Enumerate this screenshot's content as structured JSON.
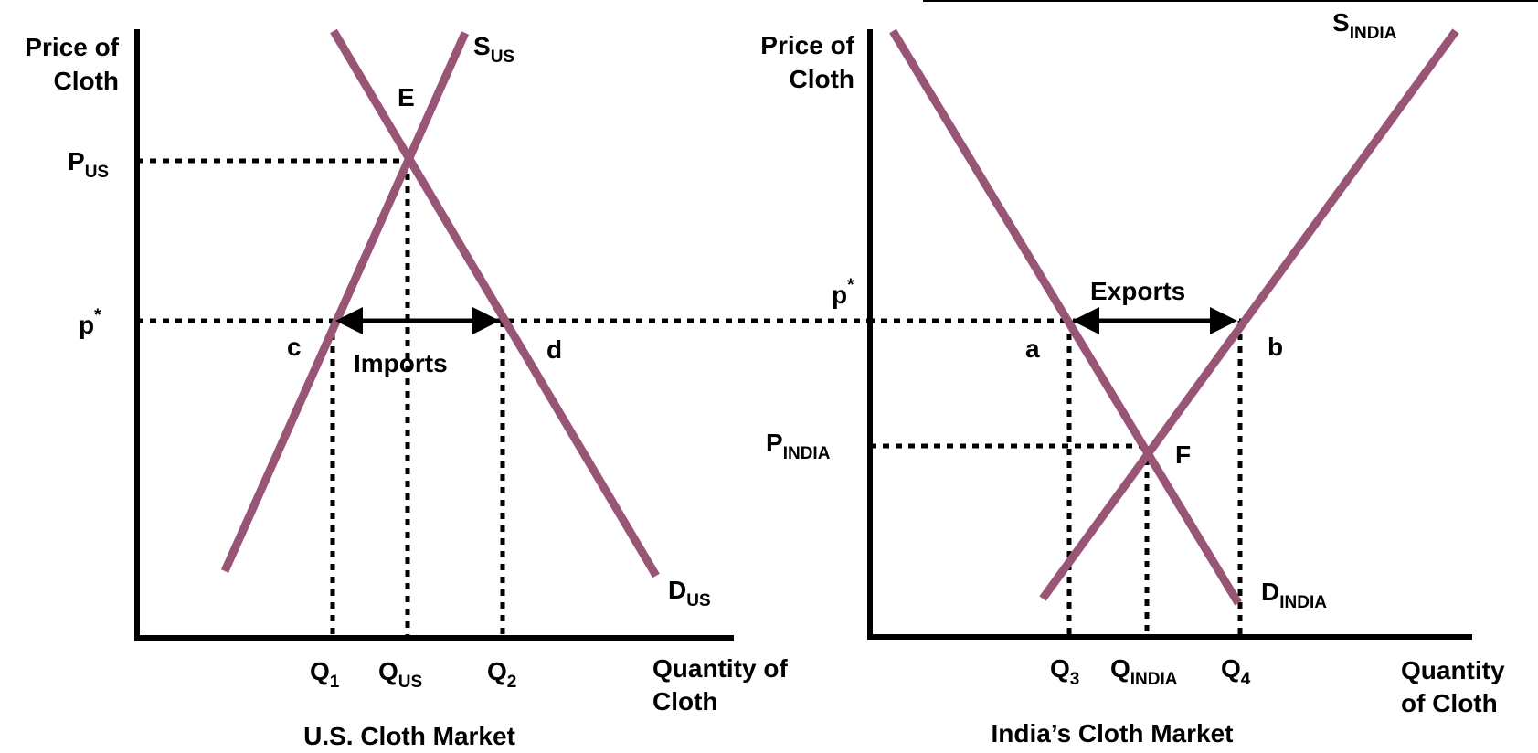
{
  "us": {
    "y_axis_label": [
      "Price of",
      "Cloth"
    ],
    "x_axis_label": [
      "Quantity of",
      "Cloth"
    ],
    "title": "U.S. Cloth Market",
    "supply": {
      "main": "S",
      "sub": "US"
    },
    "demand": {
      "main": "D",
      "sub": "US"
    },
    "equilibrium": "E",
    "price_eq": {
      "main": "P",
      "sub": "US"
    },
    "world_price": {
      "main": "p",
      "sup": "*"
    },
    "point_c": "c",
    "point_d": "d",
    "flow": "Imports",
    "q1": {
      "main": "Q",
      "sub": "1"
    },
    "q_eq": {
      "main": "Q",
      "sub": "US"
    },
    "q2": {
      "main": "Q",
      "sub": "2"
    }
  },
  "india": {
    "y_axis_label": [
      "Price of",
      "Cloth"
    ],
    "x_axis_label": [
      "Quantity",
      "of Cloth"
    ],
    "title": "India’s Cloth Market",
    "supply": {
      "main": "S",
      "sub": "INDIA"
    },
    "demand": {
      "main": "D",
      "sub": "INDIA"
    },
    "equilibrium": "F",
    "price_eq": {
      "main": "P",
      "sub": "INDIA"
    },
    "world_price": {
      "main": "p",
      "sup": "*"
    },
    "point_a": "a",
    "point_b": "b",
    "flow": "Exports",
    "q3": {
      "main": "Q",
      "sub": "3"
    },
    "q_eq": {
      "main": "Q",
      "sub": "INDIA"
    },
    "q4": {
      "main": "Q",
      "sub": "4"
    }
  },
  "colors": {
    "curve": "#985575",
    "axis": "#000000"
  }
}
